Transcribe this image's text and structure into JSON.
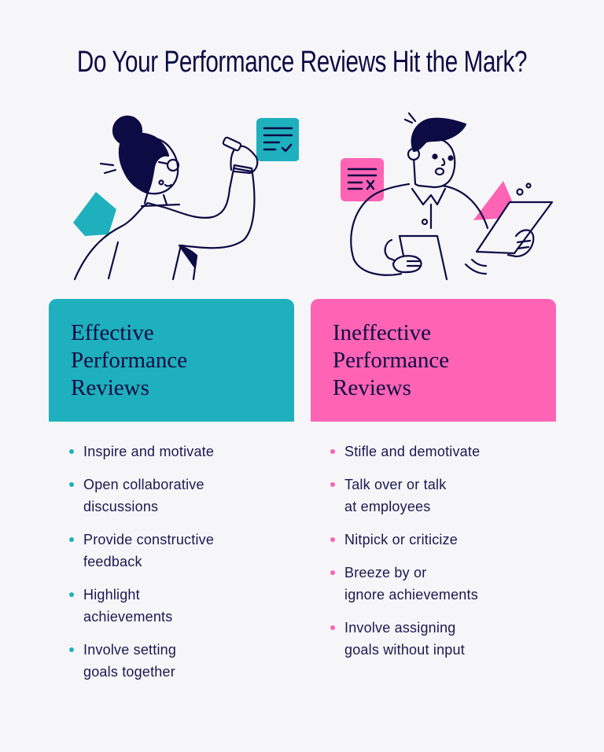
{
  "title": "Do Your Performance Reviews Hit the Mark?",
  "colors": {
    "background": "#f6f6f9",
    "navy": "#0d0b44",
    "teal": "#1eb0bd",
    "pink": "#ff63b4"
  },
  "illustrations": {
    "left": {
      "icon": "woman-writing-checklist-icon",
      "badge": "checklist-check-icon"
    },
    "right": {
      "icon": "confused-man-with-tablet-icon",
      "badge": "checklist-x-icon"
    }
  },
  "columns": [
    {
      "heading_lines": [
        "Effective",
        "Performance",
        "Reviews"
      ],
      "items": [
        "Inspire and motivate",
        "Open collaborative discussions",
        "Provide constructive feedback",
        "Highlight achievements",
        "Involve setting goals together"
      ],
      "items_lines": [
        [
          "Inspire and motivate"
        ],
        [
          "Open collaborative",
          "discussions"
        ],
        [
          "Provide constructive",
          "feedback"
        ],
        [
          "Highlight",
          "achievements"
        ],
        [
          "Involve setting",
          "goals together"
        ]
      ]
    },
    {
      "heading_lines": [
        "Ineffective",
        "Performance",
        "Reviews"
      ],
      "items": [
        "Stifle and demotivate",
        "Talk over or talk at employees",
        "Nitpick or criticize",
        "Breeze by or ignore achievements",
        "Involve assigning goals without input"
      ],
      "items_lines": [
        [
          "Stifle and demotivate"
        ],
        [
          "Talk over or talk",
          "at employees"
        ],
        [
          "Nitpick or criticize"
        ],
        [
          "Breeze by or",
          "ignore achievements"
        ],
        [
          "Involve assigning",
          "goals without input"
        ]
      ]
    }
  ]
}
